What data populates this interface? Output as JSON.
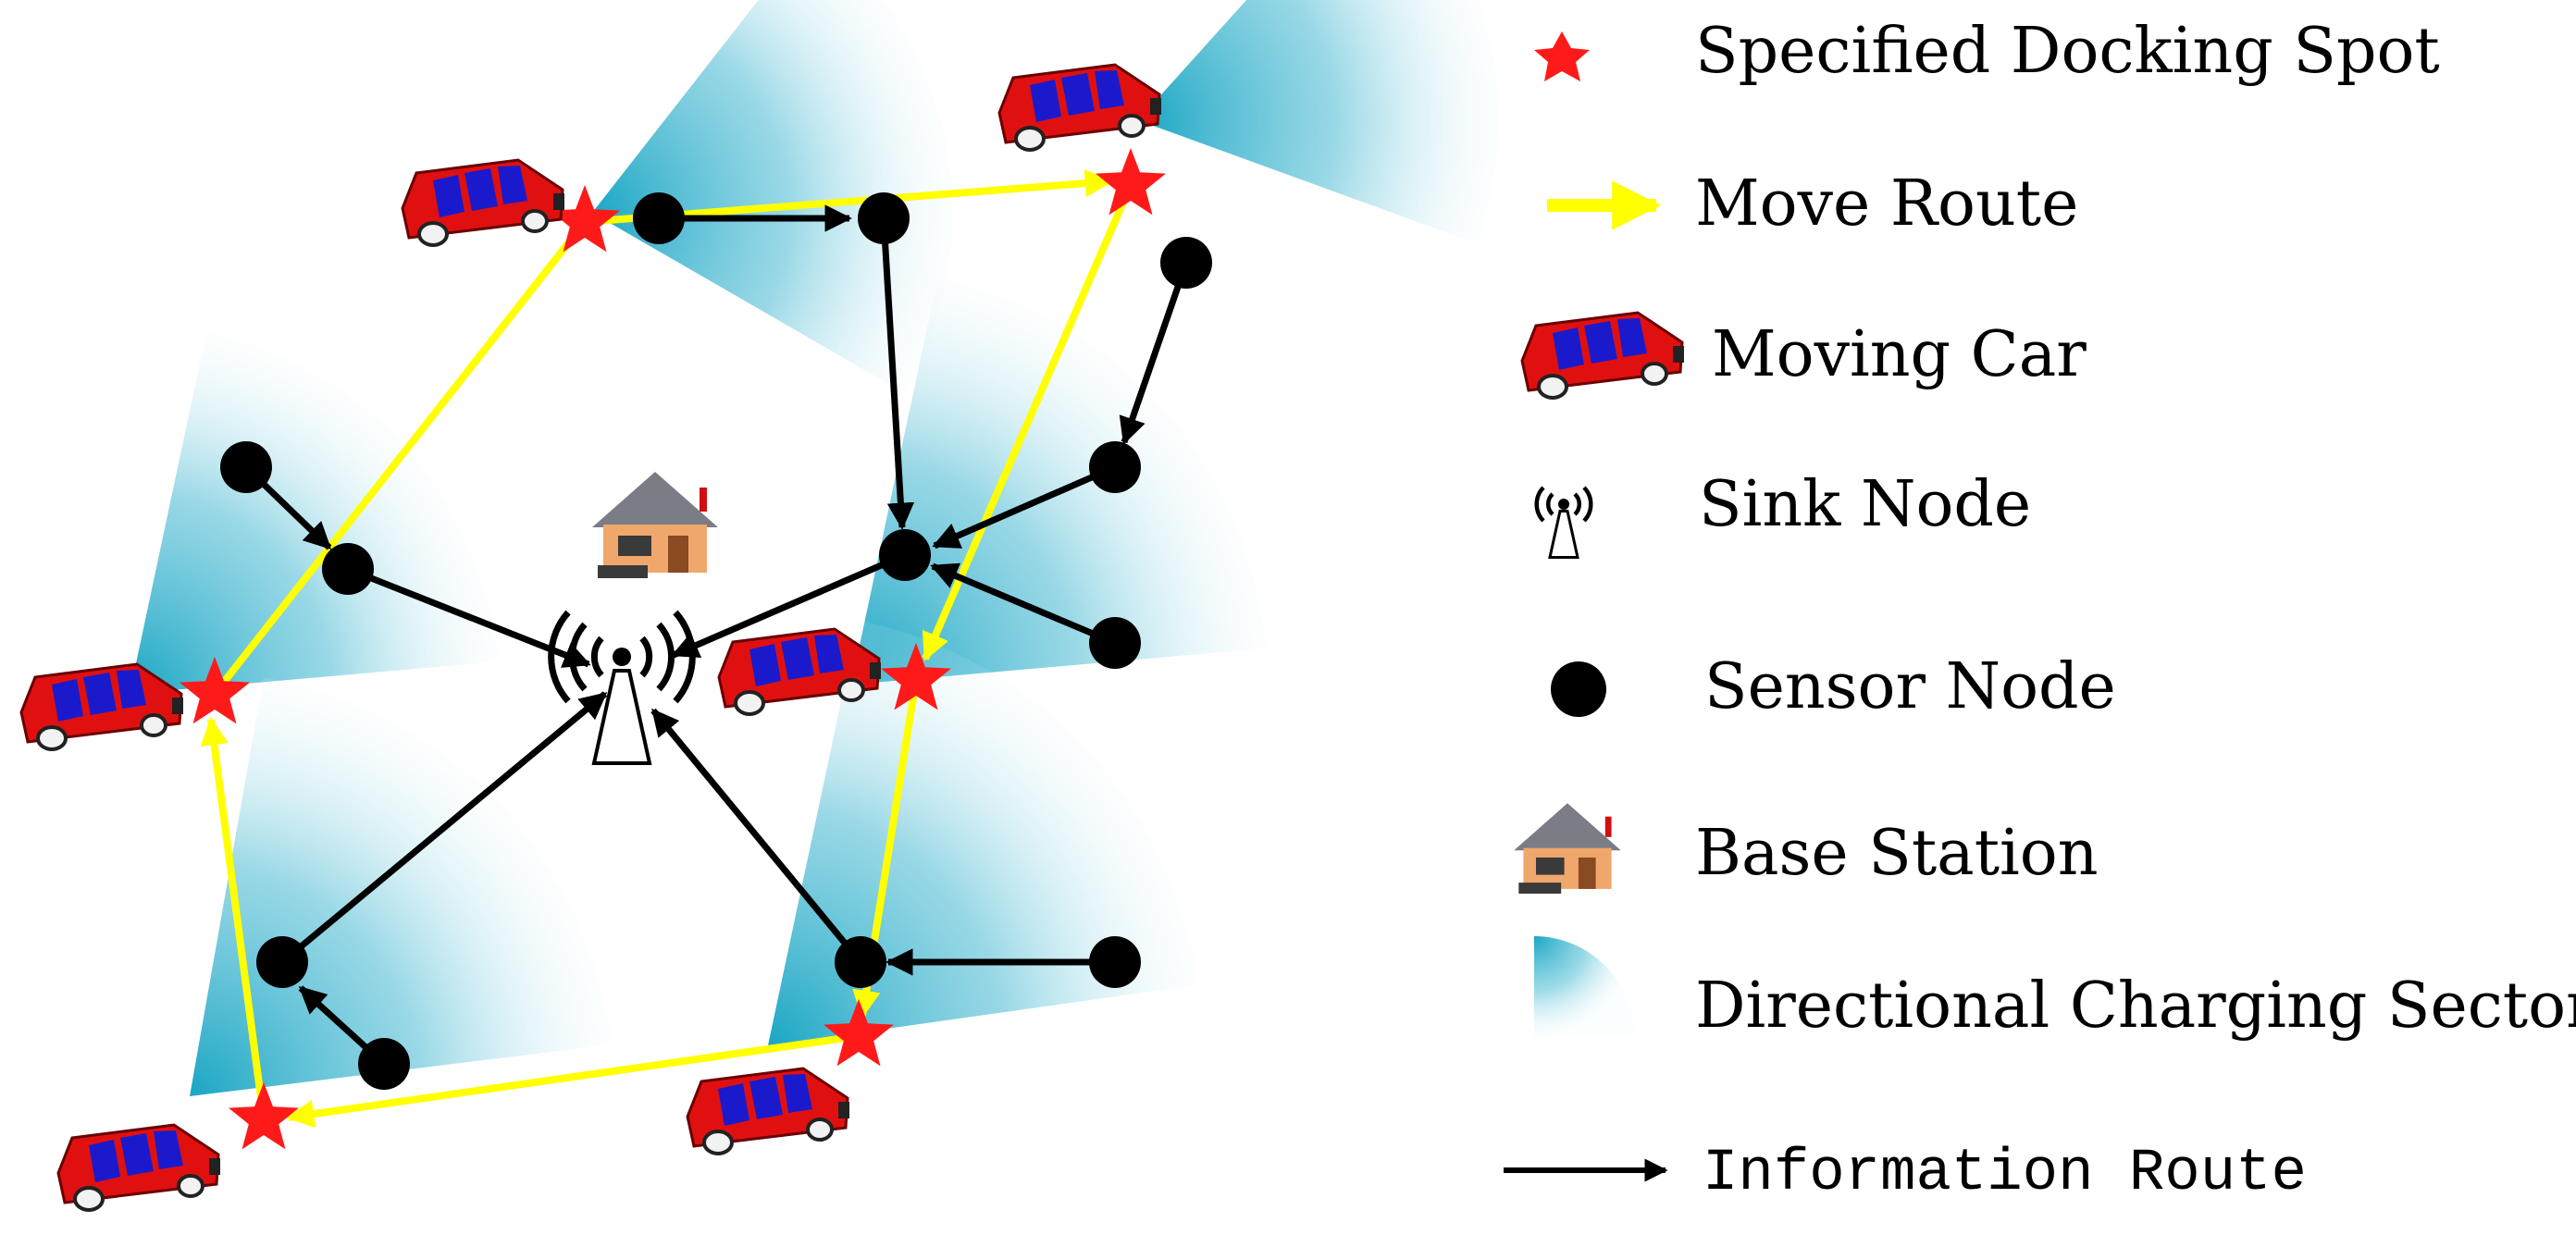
{
  "legend": {
    "docking_spot": "Specified Docking Spot",
    "move_route": "Move Route",
    "moving_car": "Moving Car",
    "sink_node": "Sink Node",
    "sensor_node": "Sensor Node",
    "base_station": "Base Station",
    "charging_sector": "Directional Charging Sector",
    "information_route": "Information Route"
  },
  "icons": {
    "docking_spot": "red-star-icon",
    "move_route": "yellow-arrow-icon",
    "moving_car": "red-car-icon",
    "sink_node": "antenna-tower-icon",
    "sensor_node": "black-dot-icon",
    "base_station": "house-icon",
    "charging_sector": "teal-sector-icon",
    "information_route": "black-arrow-icon"
  },
  "colors": {
    "docking_spot": "#ff1a1a",
    "move_route": "#ffff00",
    "car_body": "#e01010",
    "car_panel": "#1a1acc",
    "sector": "#1aa6c4",
    "sensor": "#000000",
    "info_route": "#000000"
  }
}
